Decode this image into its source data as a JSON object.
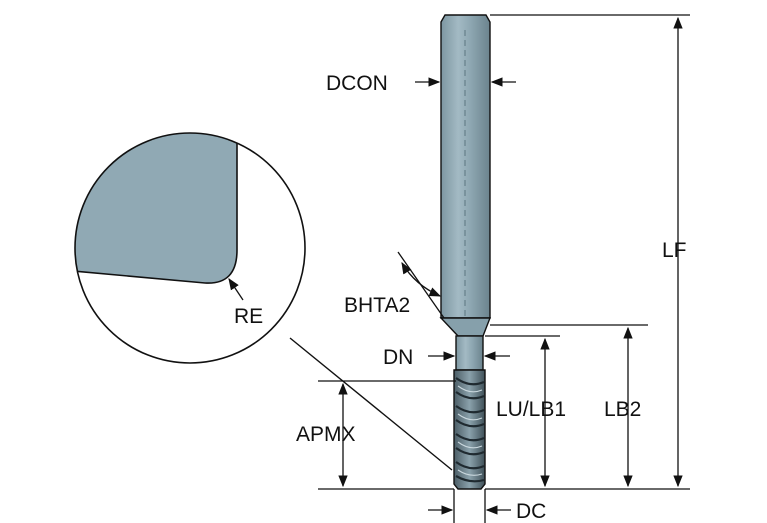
{
  "diagram": {
    "labels": {
      "dcon": "DCON",
      "lf": "LF",
      "re": "RE",
      "bhta2": "BHTA2",
      "dn": "DN",
      "lb2": "LB2",
      "lu_lb1": "LU/LB1",
      "apmx": "APMX",
      "dc": "DC"
    },
    "colors": {
      "tool_fill": "#90a9b4",
      "tool_dark": "#6f8791",
      "flute_dark": "#3a4a52",
      "line": "#111111",
      "background": "#ffffff"
    }
  }
}
